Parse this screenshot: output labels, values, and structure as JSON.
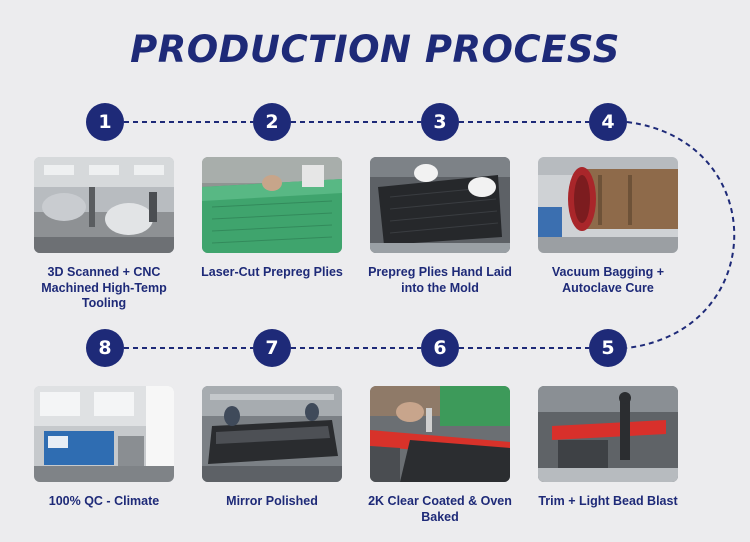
{
  "title": "PRODUCTION PROCESS",
  "colors": {
    "primary": "#1e2a78",
    "background": "#ececee"
  },
  "steps": [
    {
      "number": "1",
      "caption": "3D Scanned + CNC Machined High-Temp Tooling"
    },
    {
      "number": "2",
      "caption": "Laser-Cut Prepreg Plies"
    },
    {
      "number": "3",
      "caption": "Prepreg Plies Hand Laid into the Mold"
    },
    {
      "number": "4",
      "caption": "Vacuum Bagging + Autoclave Cure"
    },
    {
      "number": "5",
      "caption": "Trim + Light Bead Blast"
    },
    {
      "number": "6",
      "caption": "2K Clear Coated & Oven Baked"
    },
    {
      "number": "7",
      "caption": "Mirror Polished"
    },
    {
      "number": "8",
      "caption": "100% QC - Climate"
    }
  ]
}
